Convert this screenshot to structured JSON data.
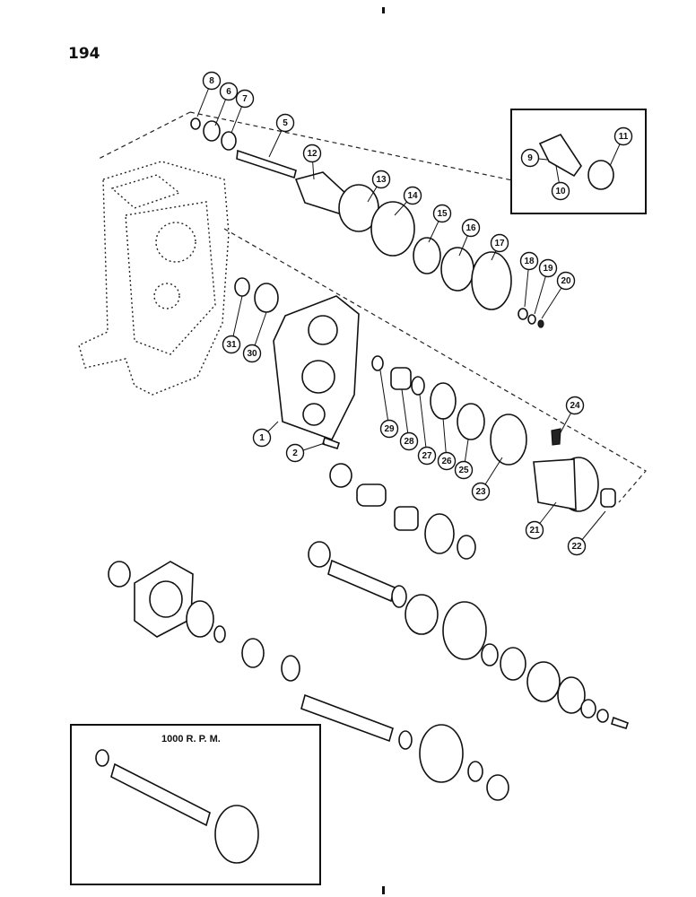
{
  "page_number": "194",
  "inset_label": "1000 R. P. M.",
  "callouts": [
    "1",
    "2",
    "5",
    "6",
    "7",
    "8",
    "9",
    "10",
    "11",
    "12",
    "13",
    "14",
    "15",
    "16",
    "17",
    "18",
    "19",
    "20",
    "21",
    "22",
    "23",
    "24",
    "25",
    "26",
    "27",
    "28",
    "29",
    "30",
    "31"
  ]
}
